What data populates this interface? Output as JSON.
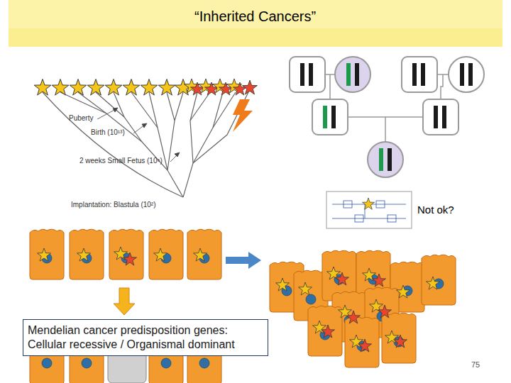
{
  "diagram": {
    "title": "“Inherited Cancers”",
    "nodes": [
      {
        "text": [
          "Mendelian cancer predisposition genes: Cellular recessive / Organismal dominant"
        ]
      }
    ],
    "labels": [
      "Puberty",
      "Birth (10¹³)",
      "2 weeks Small Fetus (10⁶)",
      "Implantation: Blastula (10²)",
      "Not ok?",
      "75"
    ]
  }
}
